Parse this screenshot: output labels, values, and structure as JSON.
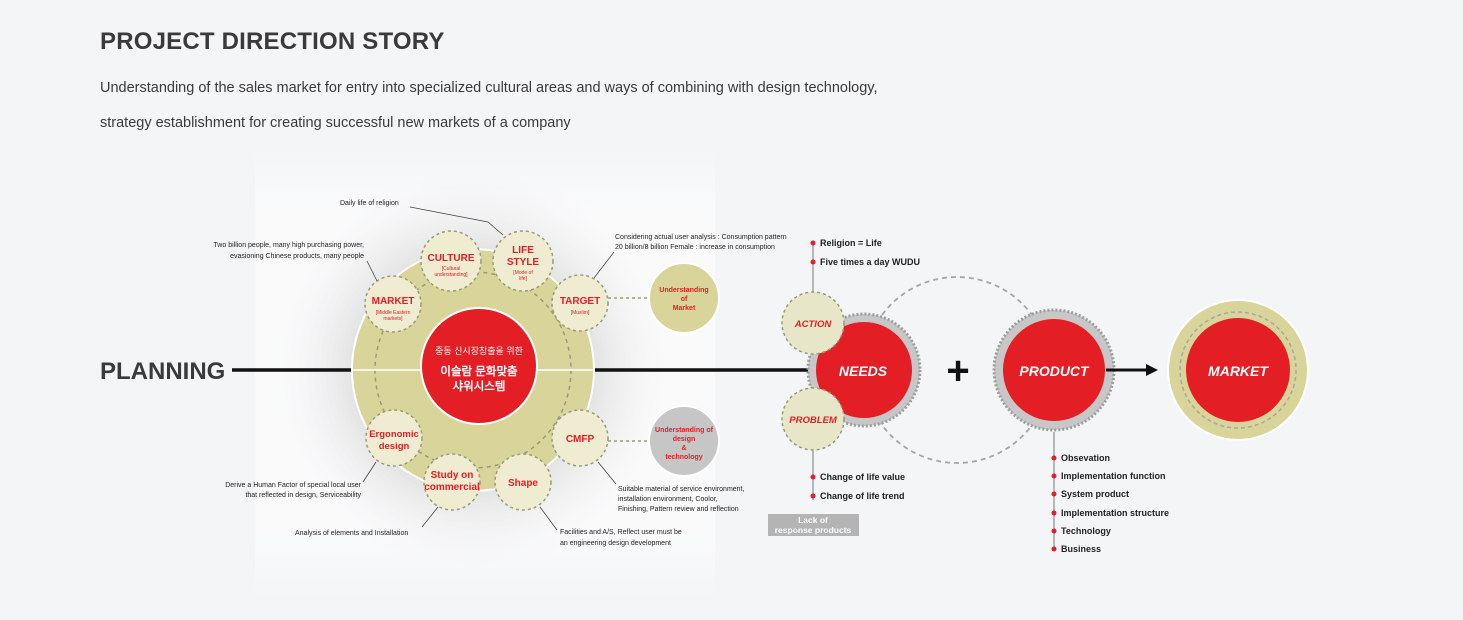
{
  "header": {
    "title": "PROJECT DIRECTION STORY",
    "desc_line1": "Understanding of the sales market for entry into specialized cultural areas and ways of combining with design technology,",
    "desc_line2": "strategy establishment for creating successful new markets of a company"
  },
  "planning": {
    "label": "PLANNING",
    "center_line1": "중동 신시장창출을 위한",
    "center_line2": "이슬람 문화맞춤",
    "center_line3": "샤워시스템",
    "nodes": {
      "culture": {
        "title": "CULTURE",
        "sub1": "[Cultural",
        "sub2": "understanding]"
      },
      "lifestyle": {
        "title1": "LIFE",
        "title2": "STYLE",
        "sub1": "[Mode of",
        "sub2": "life]"
      },
      "target": {
        "title": "TARGET",
        "sub1": "[Muslim]"
      },
      "market": {
        "title": "MARKET",
        "sub1": "[Middle Eastern",
        "sub2": "markets]"
      },
      "cmfp": {
        "title": "CMFP"
      },
      "shape": {
        "title": "Shape"
      },
      "study": {
        "title1": "Study on",
        "title2": "commercial"
      },
      "ergonomic": {
        "title1": "Ergonomic",
        "title2": "design"
      }
    },
    "side_circles": {
      "market_understanding": {
        "l1": "Understanding",
        "l2": "of",
        "l3": "Market"
      },
      "design_tech": {
        "l1": "Understanding of",
        "l2": "design",
        "l3": "&",
        "l4": "technology"
      }
    },
    "annotations": {
      "religion": "Daily life of religion",
      "market1": "Two billion people, many high purchasing power,",
      "market2": "evasioning Chinese products, many people",
      "target1": "Considering actual user analysis : Consumption pattern",
      "target2": "20 billion/8 billion Female : increase in consumption",
      "ergo1": "Derive a Human Factor of special local user",
      "ergo2": "that reflected in design, Serviceability",
      "study1": "Analysis of elements and Installation",
      "cmfp1": "Suitable material of service environment,",
      "cmfp2": "installation environment, Coolor,",
      "cmfp3": "Finishing, Pattern review and reflection",
      "shape1": "Facilities and A/S, Reflect user must be",
      "shape2": "an engineering design development"
    }
  },
  "flow": {
    "action": "ACTION",
    "problem": "PROBLEM",
    "needs": "NEEDS",
    "plus": "+",
    "product": "PRODUCT",
    "market": "MARKET",
    "needs_top": [
      "Religion = Life",
      "Five times a day WUDU"
    ],
    "needs_bottom": [
      "Change of life value",
      "Change of life trend"
    ],
    "lack1": "Lack of",
    "lack2": "response products",
    "product_list": [
      "Obsevation",
      "Implementation function",
      "System product",
      "Implementation structure",
      "Technology",
      "Business"
    ]
  },
  "colors": {
    "red": "#e31e24",
    "olive": "#d9d49a",
    "dark": "#222222",
    "gray": "#b4b4b4",
    "text": "#3a3a3a"
  }
}
